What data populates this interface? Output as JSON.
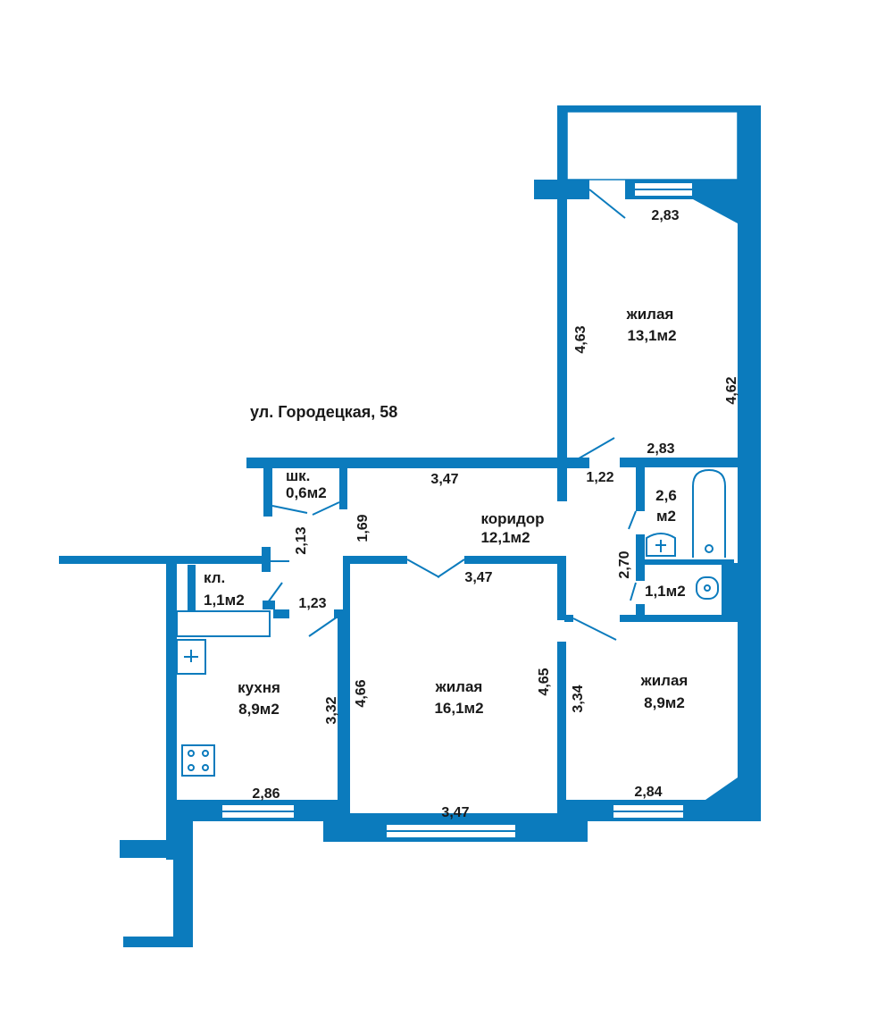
{
  "address": "ул. Городецкая, 58",
  "colors": {
    "wall": "#0b7bbd",
    "text": "#1a1a1a",
    "background": "#ffffff"
  },
  "rooms": {
    "living_top": {
      "name": "жилая",
      "area": "13,1м2"
    },
    "corridor": {
      "name": "коридор",
      "area": "12,1м2"
    },
    "wardrobe": {
      "name": "шк.",
      "area": "0,6м2"
    },
    "pantry": {
      "name": "кл.",
      "area": "1,1м2"
    },
    "kitchen": {
      "name": "кухня",
      "area": "8,9м2"
    },
    "living_center": {
      "name": "жилая",
      "area": "16,1м2"
    },
    "living_right": {
      "name": "жилая",
      "area": "8,9м2"
    },
    "bathroom": {
      "area_value": "2,6",
      "area_unit": "м2"
    },
    "toilet": {
      "area": "1,1м2"
    }
  },
  "dimensions": {
    "top_room_width_top": "2,83",
    "top_room_left_length": "4,63",
    "top_room_right_length": "4,62",
    "top_room_width_bottom": "2,83",
    "corridor_width": "3,47",
    "corridor_stub": "1,22",
    "wardrobe_wall": "1,69",
    "hall_wall": "2,13",
    "kitchen_door": "1,23",
    "center_room_width_top": "3,47",
    "bath_wall": "2,70",
    "kitchen_wall": "3,32",
    "center_left_wall": "4,66",
    "center_right_wall": "4,65",
    "right_room_wall": "3,34",
    "kitchen_width": "2,86",
    "center_room_width_bottom": "3,47",
    "right_room_width": "2,84"
  },
  "icons": [
    "stove-icon",
    "sink-icon",
    "bathtub-icon",
    "washbasin-icon",
    "toilet-icon"
  ]
}
